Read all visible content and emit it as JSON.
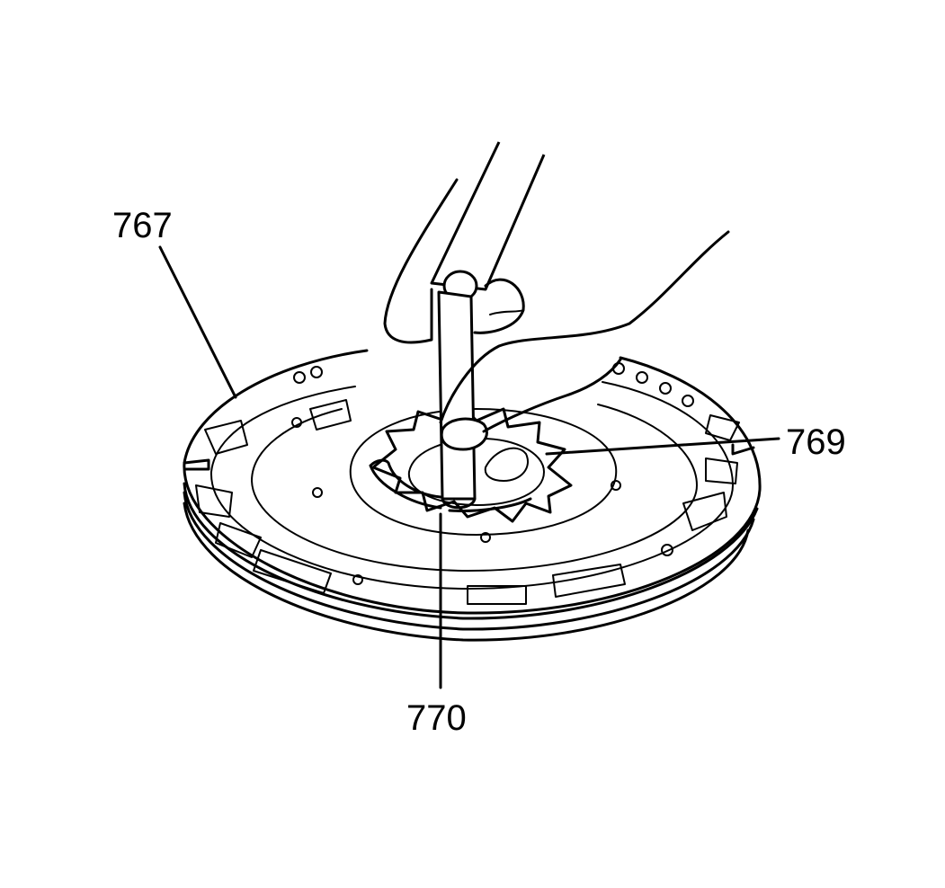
{
  "diagram": {
    "callouts": [
      {
        "id": "767",
        "label": "767"
      },
      {
        "id": "769",
        "label": "769"
      },
      {
        "id": "770",
        "label": "770"
      }
    ]
  }
}
